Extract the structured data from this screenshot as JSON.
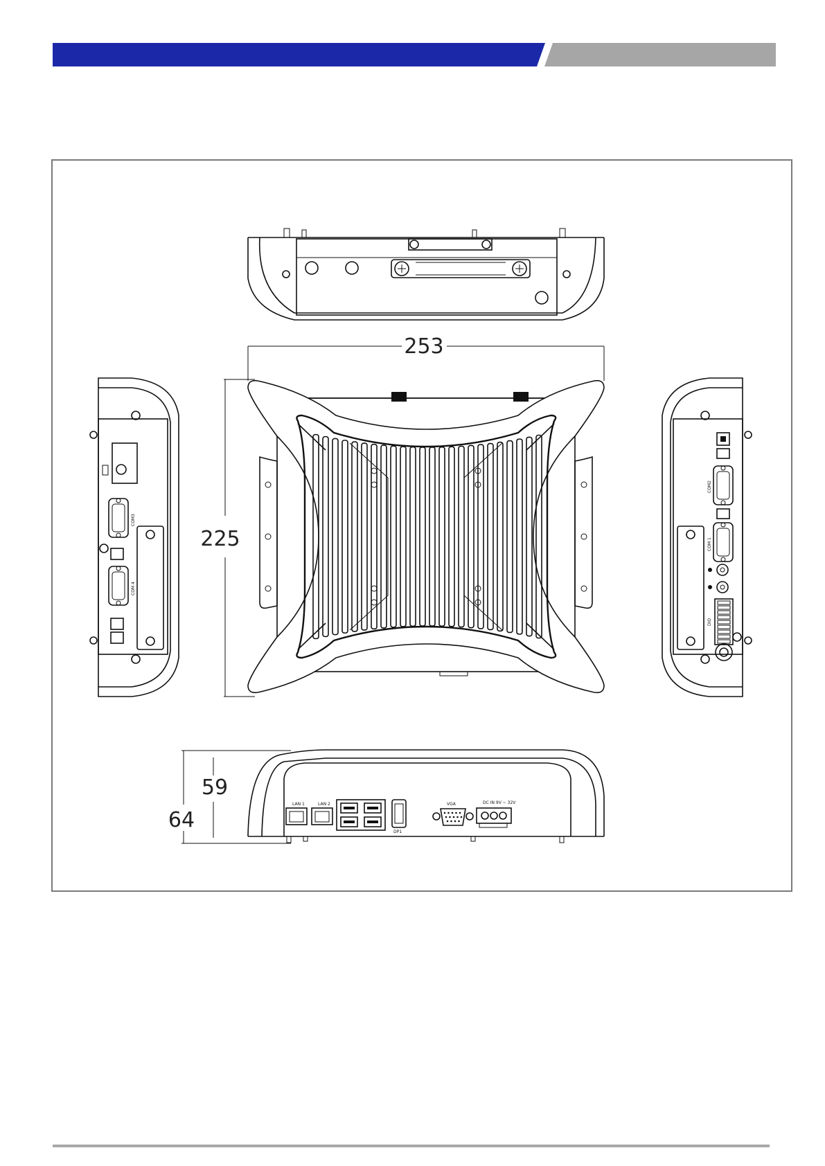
{
  "colors": {
    "header_bar": "#1b29a8",
    "header_tab": "#a6a6a6",
    "frame": "#7a7a7a",
    "footer_rule": "#a9a9a9"
  },
  "dimensions": {
    "width": "253",
    "depth": "225",
    "height_body": "59",
    "height_total": "64"
  },
  "front_panel": {
    "lan1": "LAN 1",
    "lan2": "LAN 2",
    "dp": "DP1",
    "vga": "VGA",
    "dc_in": "DC IN  9V ~ 32V"
  },
  "right_panel": {
    "com2": "COM2",
    "com1": "COM 1",
    "dio": "DIO"
  },
  "left_panel": {
    "com3": "COM3",
    "com4": "COM 4"
  }
}
